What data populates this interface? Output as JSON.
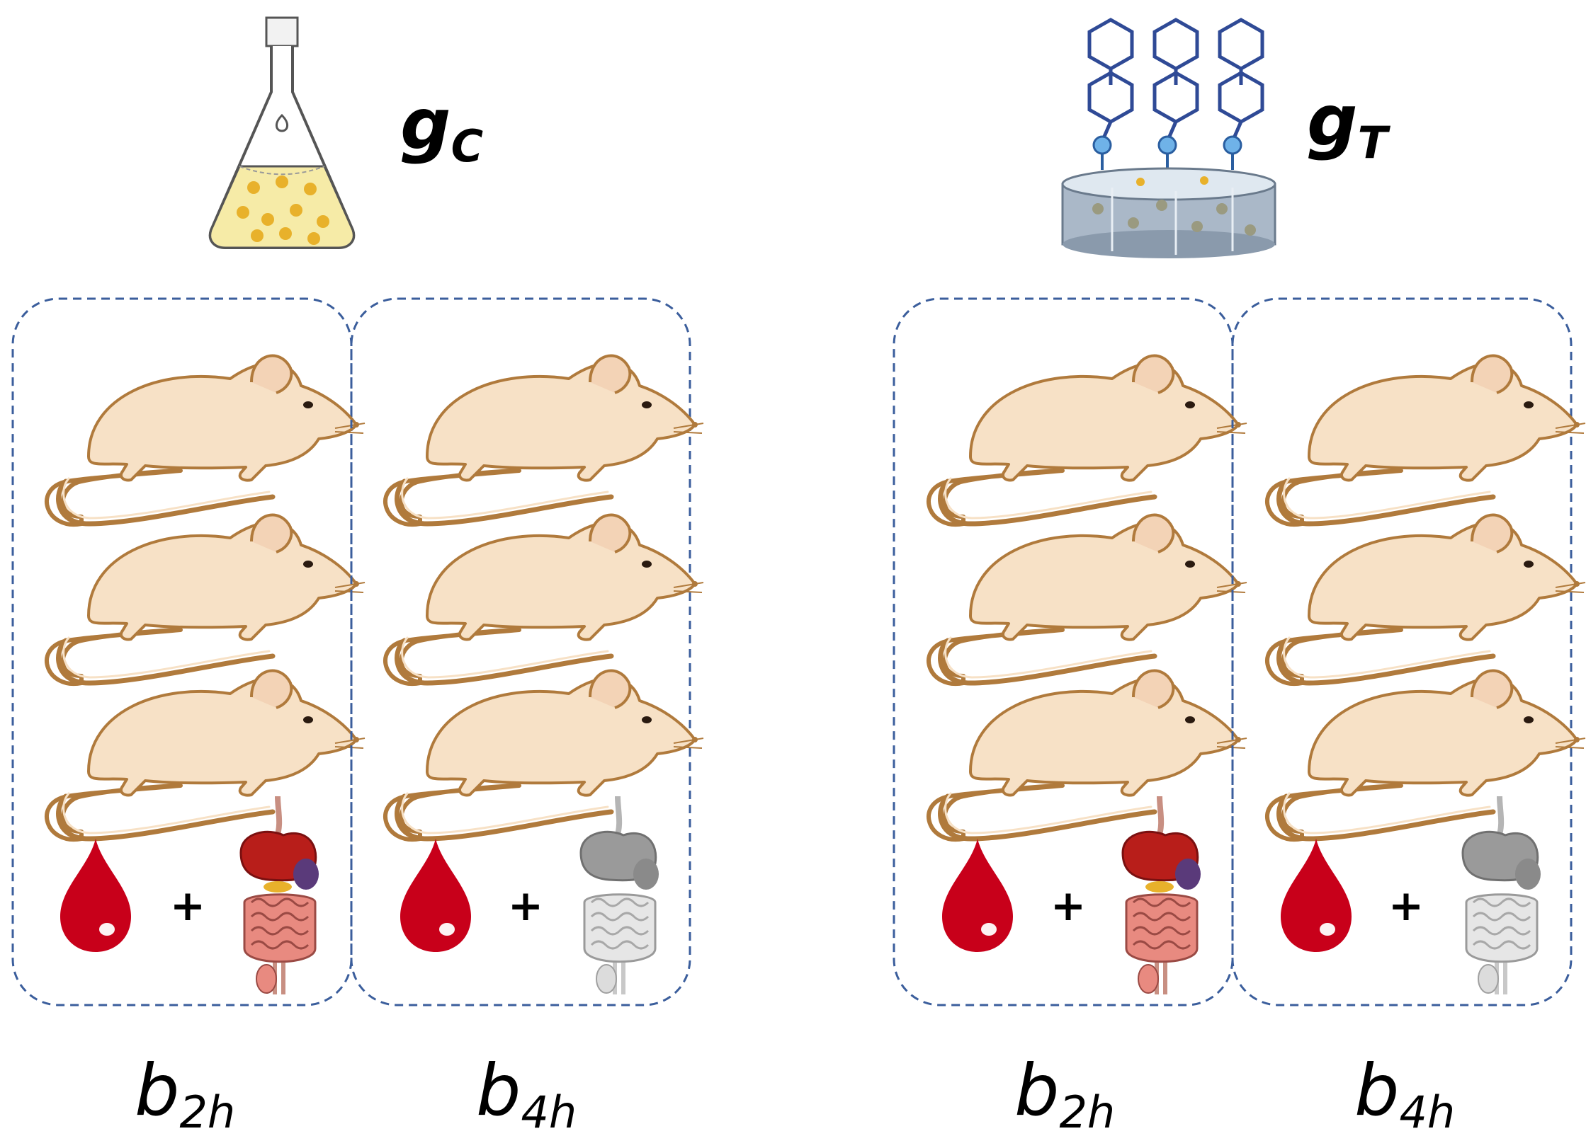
{
  "groups": [
    {
      "label_main": "g",
      "label_sub": "C",
      "icon": "flask-icon",
      "boxes": [
        {
          "label_main": "b",
          "label_sub": "2h",
          "organ_style": "color",
          "plus": "+"
        },
        {
          "label_main": "b",
          "label_sub": "4h",
          "organ_style": "gray",
          "plus": "+"
        }
      ]
    },
    {
      "label_main": "g",
      "label_sub": "T",
      "icon": "functionalized-bead-icon",
      "boxes": [
        {
          "label_main": "b",
          "label_sub": "2h",
          "organ_style": "color",
          "plus": "+"
        },
        {
          "label_main": "b",
          "label_sub": "4h",
          "organ_style": "gray",
          "plus": "+"
        }
      ]
    }
  ],
  "colors": {
    "box_border": "#3b5e9c",
    "rat_fill": "#f7e1c6",
    "rat_stroke": "#b07a3c",
    "blood": "#c8001a",
    "flask_liquid": "#f6eba7",
    "particle": "#e8b12b",
    "bead_top": "#3a6fc4",
    "bead_body": "#aab8c8",
    "linker": "#2f4a96",
    "cap": "#4aa86a"
  }
}
